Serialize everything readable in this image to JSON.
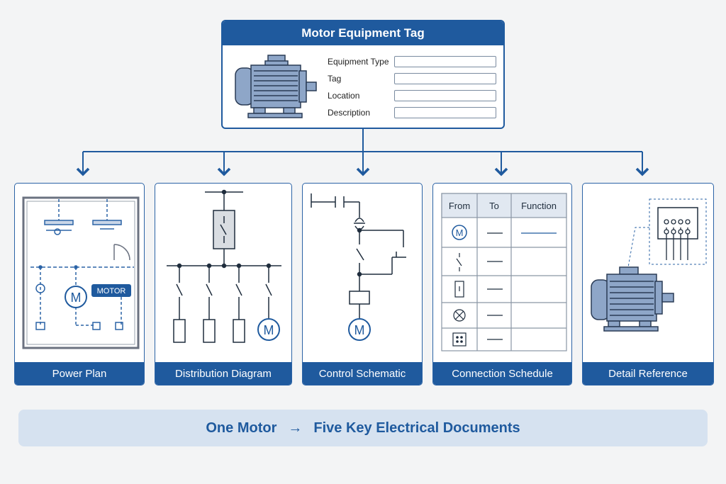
{
  "tag_card": {
    "title": "Motor Equipment Tag",
    "fields": [
      {
        "label": "Equipment Type",
        "value": ""
      },
      {
        "label": "Tag",
        "value": ""
      },
      {
        "label": "Location",
        "value": ""
      },
      {
        "label": "Description",
        "value": ""
      }
    ]
  },
  "documents": [
    {
      "label": "Power Plan",
      "motor_badge": "MOTOR",
      "motor_symbol": "M"
    },
    {
      "label": "Distribution Diagram",
      "motor_symbol": "M"
    },
    {
      "label": "Control Schematic",
      "motor_symbol": "M"
    },
    {
      "label": "Connection Schedule",
      "table": {
        "headers": [
          "From",
          "To",
          "Function"
        ],
        "first_row_symbol": "M"
      }
    },
    {
      "label": "Detail Reference"
    }
  ],
  "banner": {
    "left": "One Motor",
    "arrow": "→",
    "right": "Five Key Electrical Documents"
  },
  "colors": {
    "primary": "#1f5a9e",
    "motor_fill": "#8ea6c8",
    "banner_bg": "#d6e2f0"
  }
}
